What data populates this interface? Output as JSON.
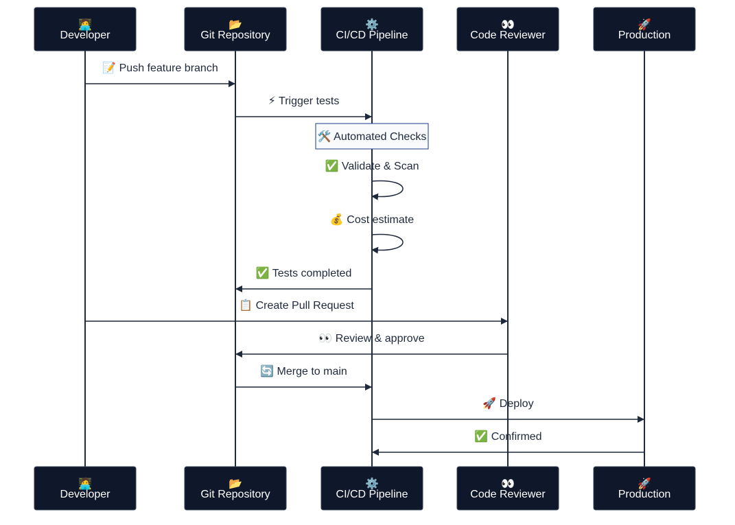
{
  "participants": [
    {
      "id": "dev",
      "icon": "🧑‍💻",
      "label": "Developer"
    },
    {
      "id": "git",
      "icon": "📂",
      "label": "Git Repository"
    },
    {
      "id": "ci",
      "icon": "⚙️",
      "label": "CI/CD Pipeline"
    },
    {
      "id": "rev",
      "icon": "👀",
      "label": "Code Reviewer"
    },
    {
      "id": "prod",
      "icon": "🚀",
      "label": "Production"
    }
  ],
  "note": {
    "over": "ci",
    "text": "🛠️ Automated Checks"
  },
  "messages": [
    {
      "from": "dev",
      "to": "git",
      "text": "📝 Push feature branch"
    },
    {
      "from": "git",
      "to": "ci",
      "text": "⚡ Trigger tests"
    },
    {
      "from": "ci",
      "to": "ci",
      "text": "✅ Validate & Scan"
    },
    {
      "from": "ci",
      "to": "ci",
      "text": "💰 Cost estimate"
    },
    {
      "from": "ci",
      "to": "git",
      "text": "✅ Tests completed"
    },
    {
      "from": "dev",
      "to": "rev",
      "text": "📋 Create Pull Request"
    },
    {
      "from": "rev",
      "to": "git",
      "text": "👀 Review & approve"
    },
    {
      "from": "git",
      "to": "ci",
      "text": "🔄 Merge to main"
    },
    {
      "from": "ci",
      "to": "prod",
      "text": "🚀 Deploy"
    },
    {
      "from": "prod",
      "to": "ci",
      "text": "✅ Confirmed"
    }
  ]
}
